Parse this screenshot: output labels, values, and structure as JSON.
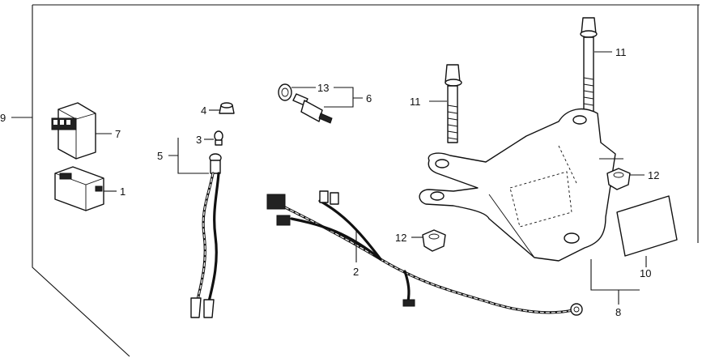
{
  "callouts": {
    "c1": "1",
    "c2": "2",
    "c3": "3",
    "c4": "4",
    "c5": "5",
    "c6": "6",
    "c7": "7",
    "c8": "8",
    "c9": "9",
    "c10": "10",
    "c11a": "11",
    "c11b": "11",
    "c12a": "12",
    "c12b": "12",
    "c13": "13"
  }
}
